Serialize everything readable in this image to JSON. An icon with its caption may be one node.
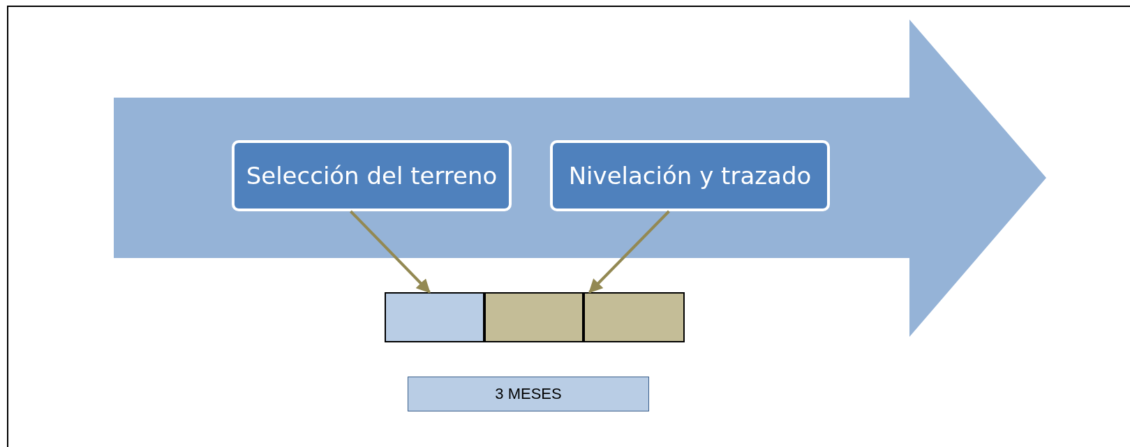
{
  "diagram": {
    "nodes": [
      {
        "text": [],
        "shape": "arrow"
      },
      {
        "text": [
          "Selección del terreno"
        ],
        "in": 0
      },
      {
        "text": [
          "Nivelación y trazado"
        ],
        "in": 0
      },
      {
        "text": [],
        "shape": "box"
      },
      {
        "text": [],
        "shape": "box"
      },
      {
        "text": [],
        "shape": "box"
      },
      {
        "text": [
          "3 MESES"
        ]
      }
    ],
    "edges": [
      {
        "from": 1,
        "to": 3,
        "arrow": "to"
      },
      {
        "from": 2,
        "to": 5,
        "arrow": "to"
      }
    ]
  }
}
